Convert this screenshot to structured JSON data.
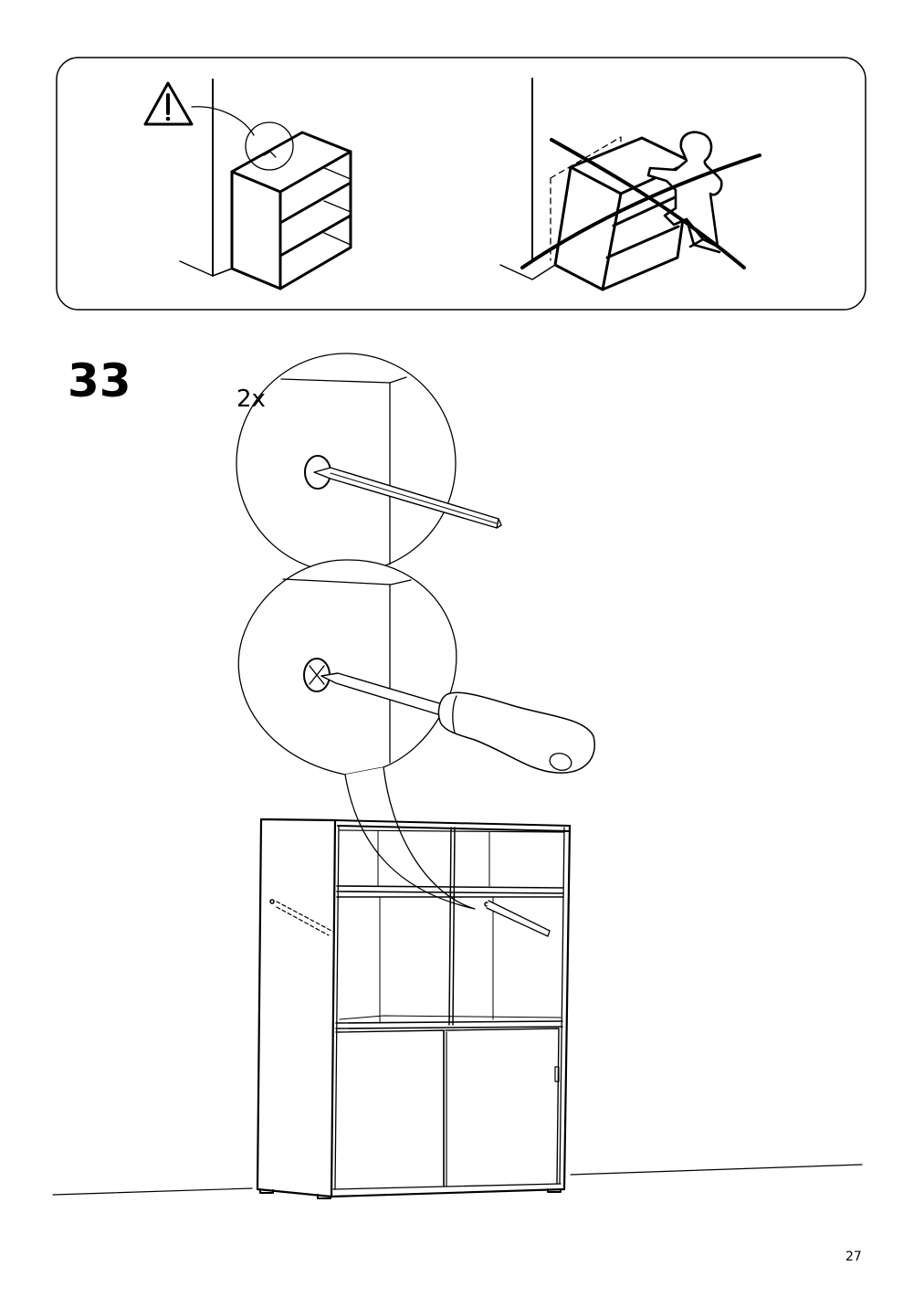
{
  "step": {
    "number": "33",
    "quantity": "2x"
  },
  "page": {
    "number": "27"
  },
  "warning_panel": {
    "icons": [
      "warning-triangle-icon",
      "correct-wall-fixed-chest-icon",
      "prohibited-tipping-chest-icon"
    ]
  },
  "colors": {
    "line": "#000000",
    "background": "#ffffff"
  }
}
